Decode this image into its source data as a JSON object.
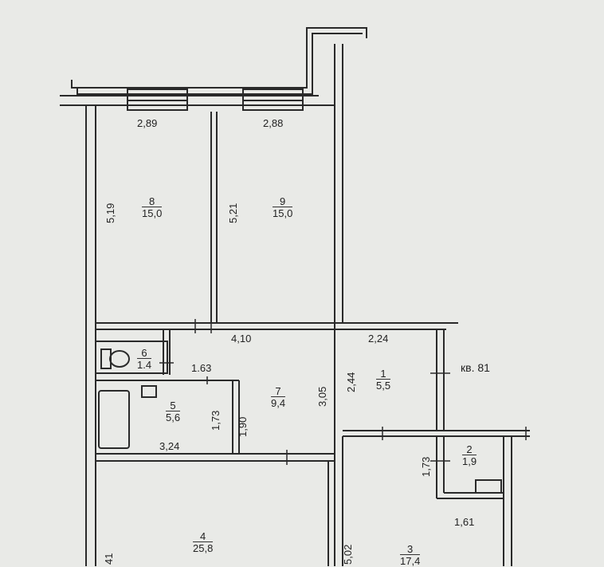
{
  "apartment_label": "кв. 81",
  "rooms": [
    {
      "number": "8",
      "area": "15,0"
    },
    {
      "number": "9",
      "area": "15,0"
    },
    {
      "number": "6",
      "area": "1.4"
    },
    {
      "number": "5",
      "area": "5,6"
    },
    {
      "number": "7",
      "area": "9,4"
    },
    {
      "number": "1",
      "area": "5,5"
    },
    {
      "number": "2",
      "area": "1,9"
    },
    {
      "number": "4",
      "area": "25,8"
    },
    {
      "number": "3",
      "area": "17,4"
    }
  ],
  "dimensions": {
    "room8_width": "2,89",
    "room9_width": "2,88",
    "room8_depth": "5,19",
    "room9_depth": "5,21",
    "corridor_length": "4,10",
    "hall_width": "2,24",
    "wc_width": "1.63",
    "hall_depth": "2,44",
    "corridor_depth": "3,05",
    "bath_depth": "1,73",
    "bath_inner_depth": "1,90",
    "bath_width": "3,24",
    "closet_depth": "1,73",
    "closet_width": "1,61",
    "room3_depth": "5,02",
    "room4_depth": "41"
  }
}
